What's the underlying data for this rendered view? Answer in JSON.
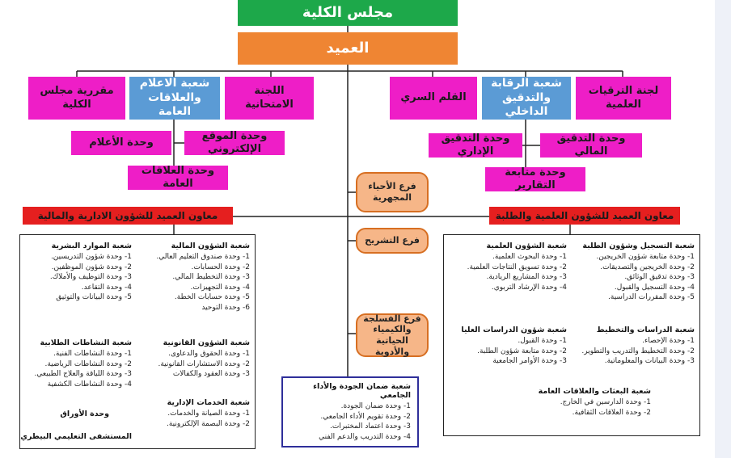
{
  "colors": {
    "green": "#1da84a",
    "orange": "#ef8533",
    "pink": "#ee1ec7",
    "blue": "#5b9bd5",
    "red": "#e51f1f",
    "pill": "#f6b688"
  },
  "top": {
    "council": "مجلس الكلية",
    "dean": "العميد"
  },
  "row1": {
    "promotions": "لجنة الترقيات العلمية",
    "audit": "شعبة الرقابة والتدقيق الداخلي",
    "secret": "القلم السري",
    "exams": "اللجنة الامتحانية",
    "media": "شعبة الاعلام والعلاقات العامة",
    "rapporteur": "مقررية مجلس الكلية"
  },
  "row2": {
    "fin_audit": "وحدة التدقيق المالي",
    "admin_audit": "وحدة التدقيق الإداري",
    "reports": "وحدة متابعة التقارير",
    "website": "وحدة الموقع الإلكتروني",
    "media_unit": "وحدة الأعلام",
    "pr": "وحدة العلاقات العامة"
  },
  "branches": {
    "micro": "فرع الأحياء المجهرية",
    "anatomy": "فرع التشريح",
    "physio": "فرع الفسلجة والكيمياء الحياتية والأدوية"
  },
  "deputies": {
    "scientific": "معاون العميد للشؤون العلمية والطلبة",
    "admin": "معاون العميد للشؤون الادارية والمالية"
  },
  "left_panel": {
    "hr": {
      "title": "شعبة الموارد البشرية",
      "items": [
        "1- وحدة شؤون التدريسين.",
        "2- وحدة شؤون الموظفين.",
        "3- وحدة التوظيف والأملاك.",
        "4- وحدة التقاعد.",
        "5- وحدة البيانات والتوثيق"
      ]
    },
    "finance": {
      "title": "شعبة الشؤون المالية",
      "items": [
        "1- وحدة صندوق التعليم العالي.",
        "2- وحدة الحسابات.",
        "3- وحدة التخطيط المالي.",
        "4- وحدة التجهيزات.",
        "5- وحدة حسابات الخطة.",
        "6- وحدة التوحيد"
      ]
    },
    "activities": {
      "title": "شعبة النشاطات الطلابية",
      "items": [
        "1- وحدة النشاطات الفنية.",
        "2- وحدة النشاطات الرياضية.",
        "3- وحدة اللياقة والعلاج الطبيعي.",
        "4- وحدة النشاطات الكشفية"
      ]
    },
    "legal": {
      "title": "شعبة الشؤون القانونية",
      "items": [
        "1- وحدة الحقوق والدعاوى.",
        "2- وحدة الاستشارات القانونية.",
        "3- وحدة العقود والكفالات"
      ]
    },
    "archives": "وحدة الأوراق",
    "hospital": "المستشفى التعليمي البيطري",
    "services": {
      "title": "شعبة الخدمات الإدارية",
      "items": [
        "1- وحدة الصيانة والخدمات.",
        "2- وحدة البصمة الإلكترونية."
      ]
    }
  },
  "center_panel": {
    "title": "شعبة ضمان الجودة والأداء الجامعي",
    "items": [
      "1- وحدة ضمان الجودة.",
      "2- وحدة تقويم الأداء الجامعي.",
      "3- وحدة اعتماد المختبرات.",
      "4- وحدة التدريب والدعم الفني"
    ]
  },
  "right_panel": {
    "registration": {
      "title": "شعبة التسجيل وشؤون الطلبة",
      "items": [
        "1- وحدة متابعة شؤون الخريجين.",
        "2- وحدة الخريجين والتصديقات.",
        "3- وحدة تدقيق الوثائق.",
        "4- وحدة التسجيل والقبول.",
        "5- وحدة المقررات الدراسية."
      ]
    },
    "scientific": {
      "title": "شعبة الشؤون العلمية",
      "items": [
        "1- وحدة البحوث العلمية.",
        "2- وحدة تسويق النتاجات العلمية.",
        "3- وحدة المشاريع الريادية.",
        "4- وحدة الإرشاد التربوي."
      ]
    },
    "studies": {
      "title": "شعبة الدراسات والتخطيط",
      "items": [
        "1- وحدة الإحصاء.",
        "2- وحدة التخطيط والتدريب والتطوير.",
        "3- وحدة البيانات والمعلوماتية."
      ]
    },
    "graduate": {
      "title": "شعبة شؤون الدراسات العليا",
      "items": [
        "1- وحدة القبول.",
        "2- وحدة متابعة شؤون الطلبة.",
        "3- وحدة الأوامر الجامعية"
      ]
    },
    "missions": {
      "title": "شعبة البعثات والعلاقات العامة",
      "items": [
        "1- وحدة الدارسين في الخارج.",
        "2- وحدة العلاقات الثقافية."
      ]
    }
  }
}
